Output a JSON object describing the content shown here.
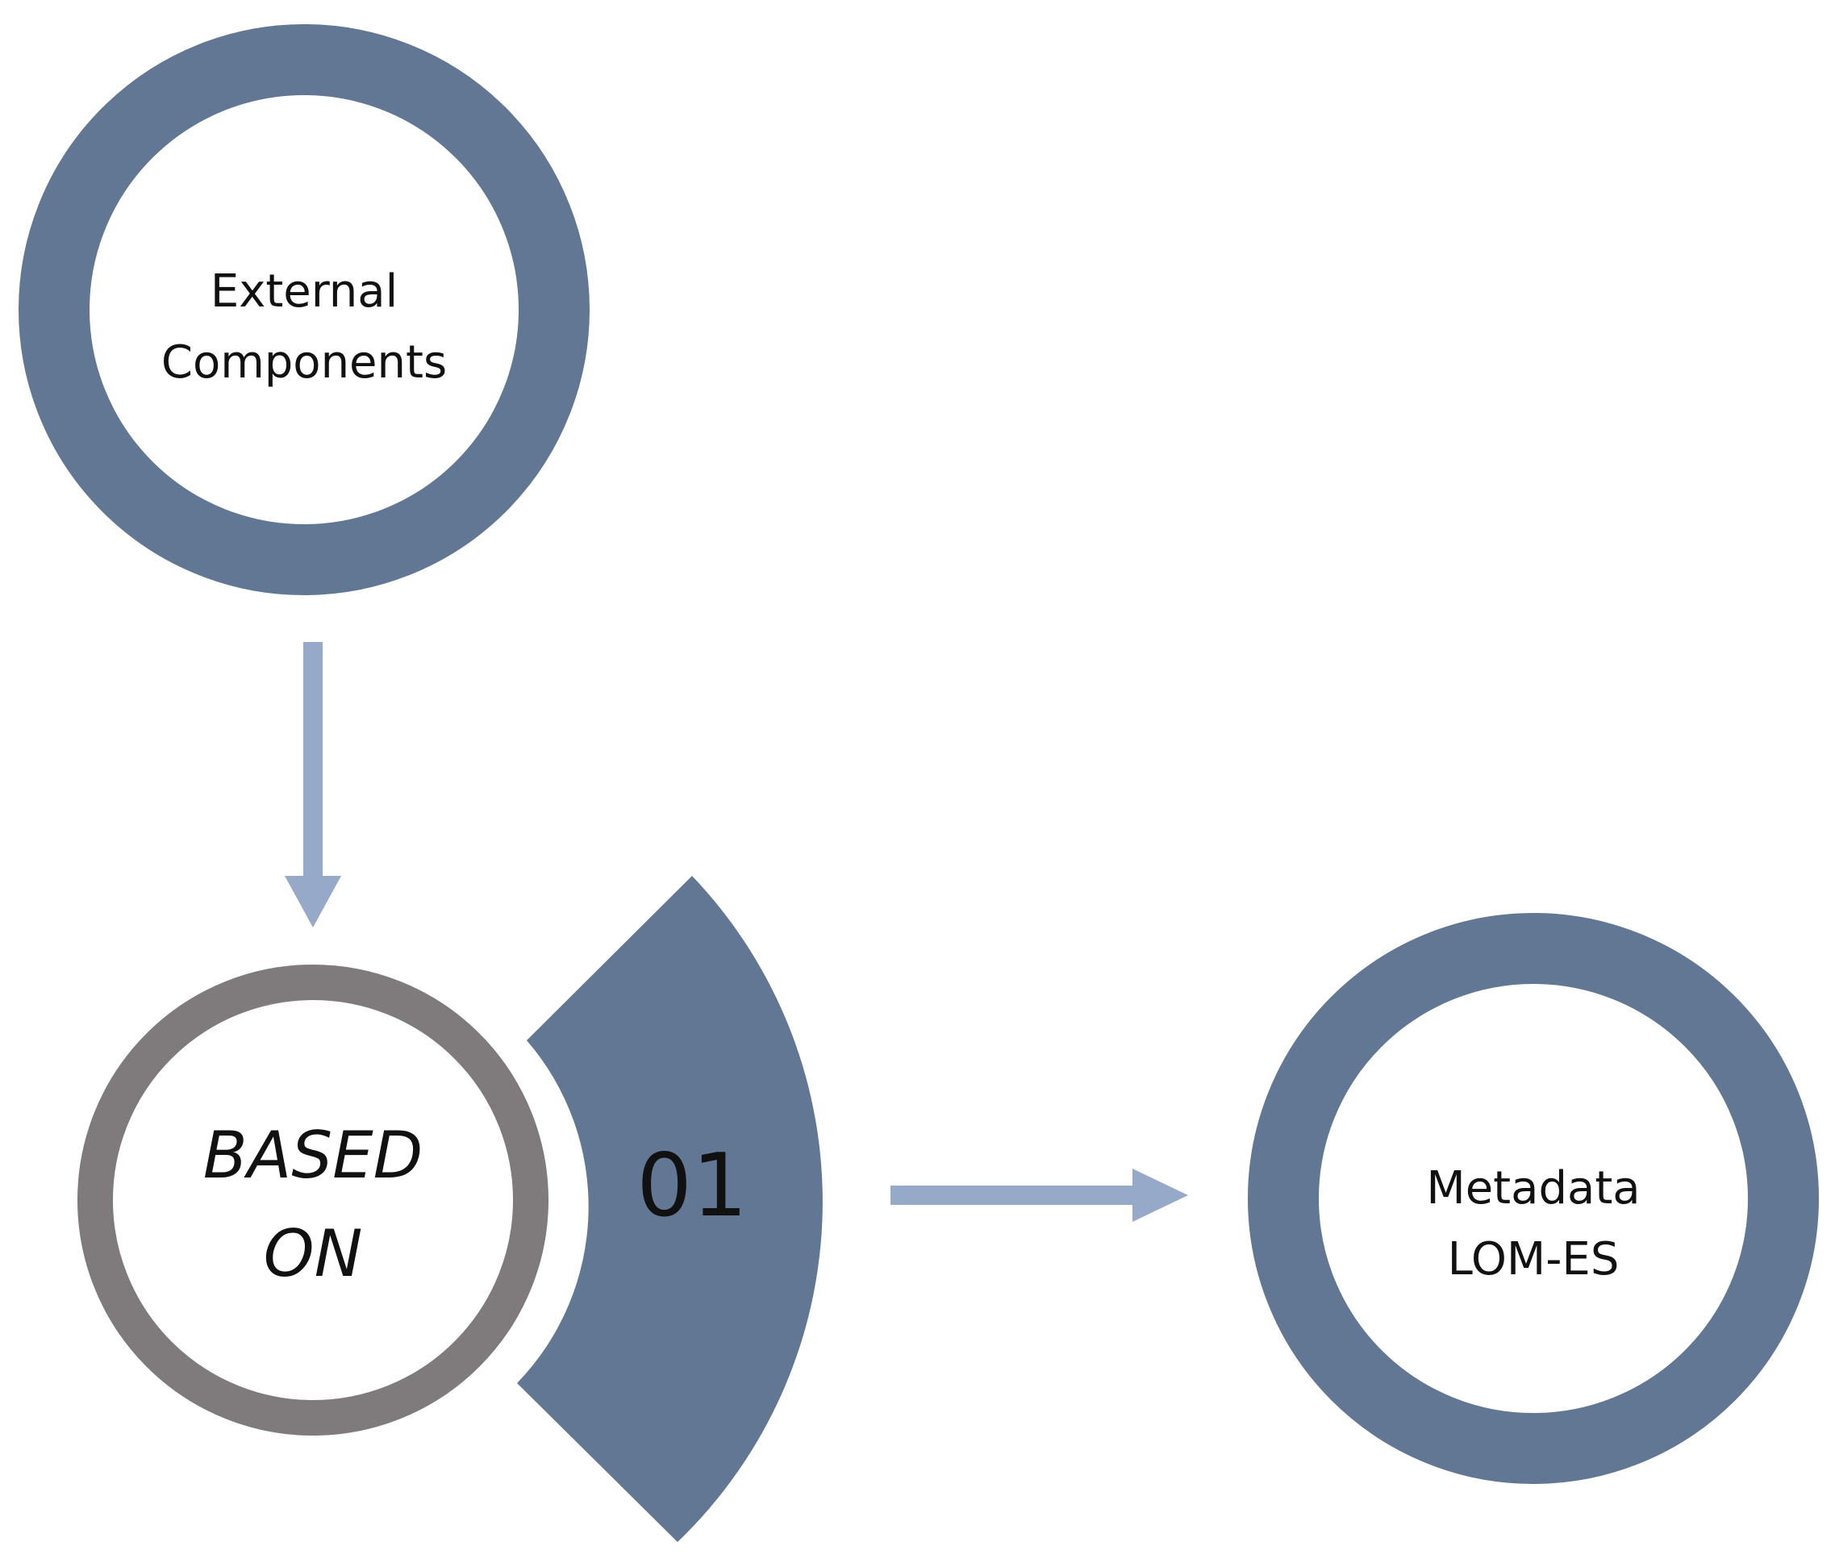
{
  "colors": {
    "ring": "#627793",
    "gray_ring": "#7f7b7c",
    "arrow": "#97a9c8",
    "text": "#111111"
  },
  "nodes": {
    "external": {
      "line1": "External",
      "line2": "Components"
    },
    "based": {
      "line1": "BASED",
      "line2": "ON",
      "number": "01"
    },
    "metadata": {
      "line1": "Metadata",
      "line2": "LOM-ES"
    }
  },
  "arrows": [
    {
      "from": "external",
      "to": "based"
    },
    {
      "from": "based",
      "to": "metadata"
    }
  ]
}
